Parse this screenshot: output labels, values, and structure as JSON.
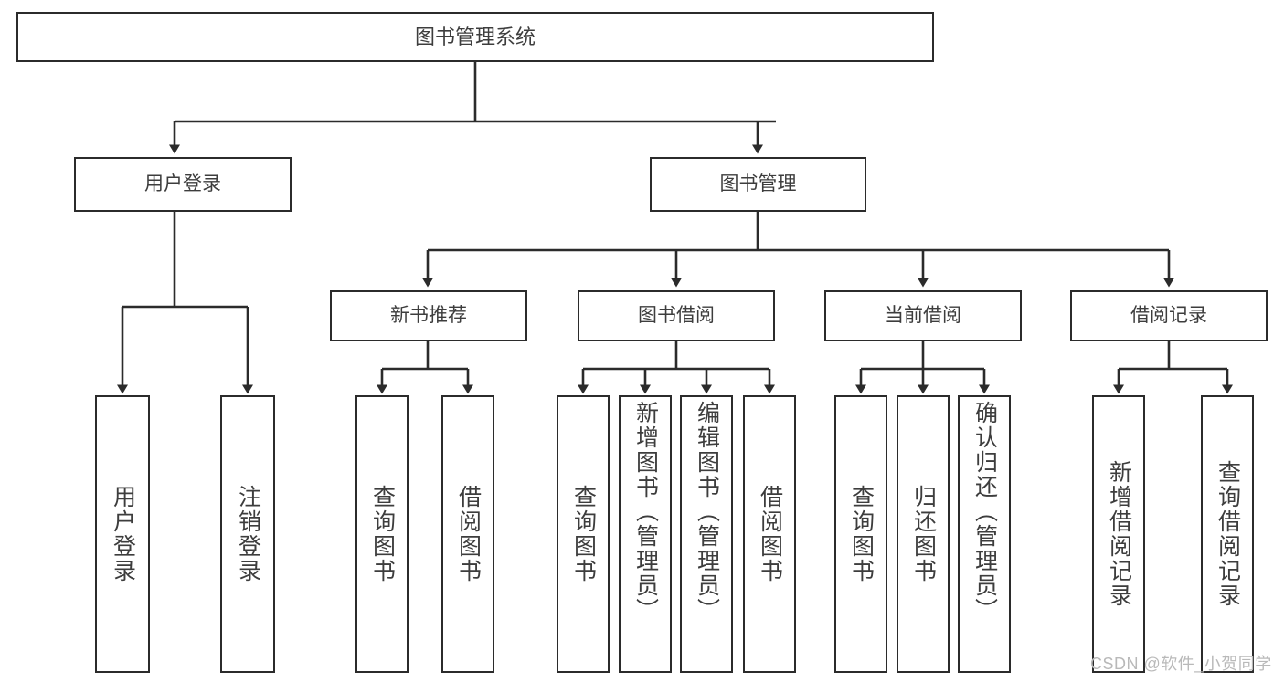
{
  "diagram": {
    "title": "图书管理系统",
    "type": "tree-hierarchy-chart",
    "root": {
      "id": "root",
      "label": "图书管理系统"
    },
    "level2": [
      {
        "id": "user-login",
        "label": "用户登录"
      },
      {
        "id": "book-manage",
        "label": "图书管理"
      }
    ],
    "level3": [
      {
        "id": "new-book-rec",
        "label": "新书推荐"
      },
      {
        "id": "book-borrow",
        "label": "图书借阅"
      },
      {
        "id": "current-borrow",
        "label": "当前借阅"
      },
      {
        "id": "borrow-record",
        "label": "借阅记录"
      }
    ],
    "leaves": {
      "user_login": [
        {
          "id": "leaf-user-login",
          "label": "用户登录"
        },
        {
          "id": "leaf-logout",
          "label": "注销登录"
        }
      ],
      "new_book_rec": [
        {
          "id": "leaf-query-book-1",
          "label": "查询图书"
        },
        {
          "id": "leaf-borrow-book-1",
          "label": "借阅图书"
        }
      ],
      "book_borrow": [
        {
          "id": "leaf-query-book-2",
          "label": "查询图书"
        },
        {
          "id": "leaf-add-book",
          "label": "新增图书（管理员）"
        },
        {
          "id": "leaf-edit-book",
          "label": "编辑图书（管理员）"
        },
        {
          "id": "leaf-borrow-book-2",
          "label": "借阅图书"
        }
      ],
      "current_borrow": [
        {
          "id": "leaf-query-book-3",
          "label": "查询图书"
        },
        {
          "id": "leaf-return-book",
          "label": "归还图书"
        },
        {
          "id": "leaf-confirm-return",
          "label": "确认归还（管理员）"
        }
      ],
      "borrow_record": [
        {
          "id": "leaf-add-record",
          "label": "新增借阅记录"
        },
        {
          "id": "leaf-query-record",
          "label": "查询借阅记录"
        }
      ]
    }
  },
  "watermark": {
    "text": "CSDN @软件_小贺同学"
  },
  "colors": {
    "stroke": "#2b2b2b",
    "text": "#3d3d3d",
    "background": "#ffffff",
    "watermark": "#b9b9b9"
  }
}
